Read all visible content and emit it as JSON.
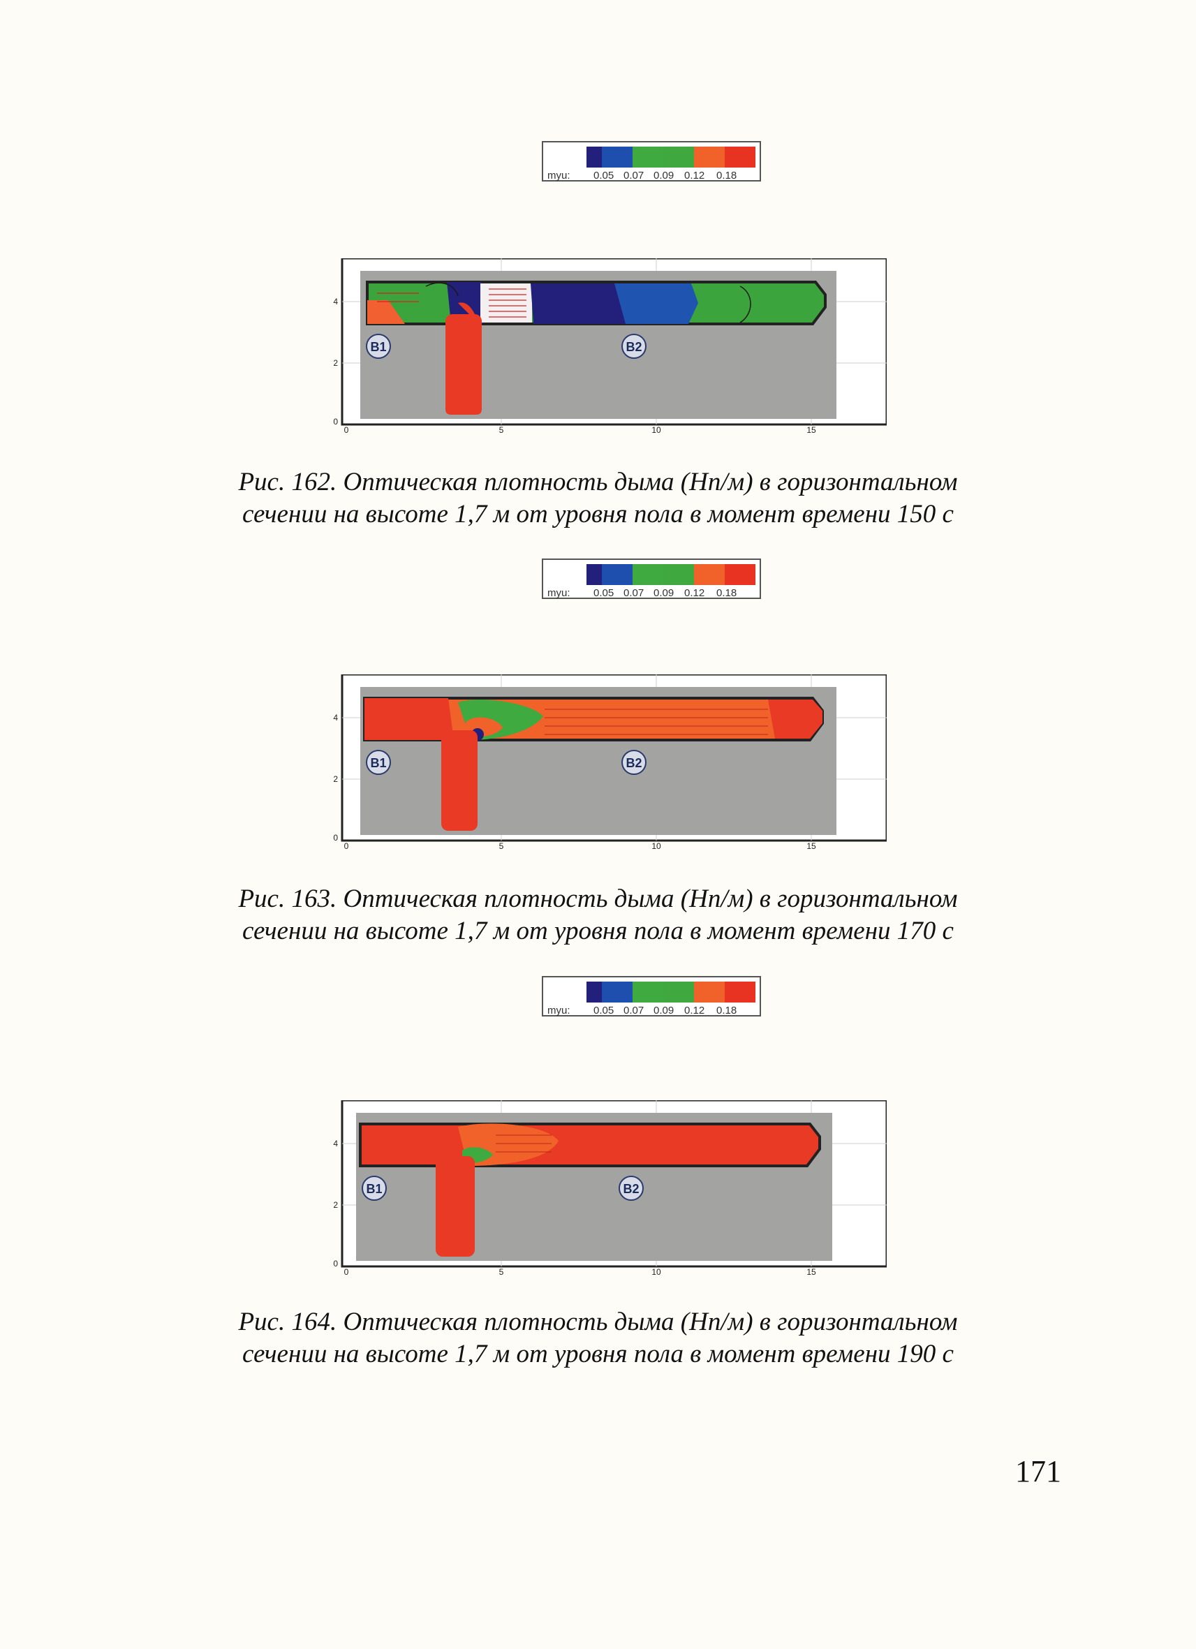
{
  "legend": {
    "label": "myu:",
    "ticks": [
      "0.05",
      "0.07",
      "0.09",
      "0.12",
      "0.18"
    ],
    "colors": [
      "#22207a",
      "#1f4fae",
      "#3faa3f",
      "#3fa83f",
      "#f0622a",
      "#e83222"
    ]
  },
  "axes": {
    "x_ticks": [
      "0",
      "5",
      "10",
      "15"
    ],
    "y_ticks": [
      "4",
      "2",
      "0"
    ]
  },
  "labels": {
    "b1": "B1",
    "b2": "B2"
  },
  "figures": [
    {
      "caption_line1": "Рис. 162. Оптическая плотность дыма (Нп/м) в горизонтальном",
      "caption_line2": "сечении на высоте 1,7 м от уровня пола в момент времени 150 с"
    },
    {
      "caption_line1": "Рис. 163. Оптическая плотность дыма (Нп/м) в горизонтальном",
      "caption_line2": "сечении на высоте 1,7 м от уровня пола в момент времени 170 с"
    },
    {
      "caption_line1": "Рис. 164. Оптическая плотность дыма (Нп/м) в горизонтальном",
      "caption_line2": "сечении на высоте 1,7 м от уровня пола в момент времени 190 с"
    }
  ],
  "page_number": "171"
}
